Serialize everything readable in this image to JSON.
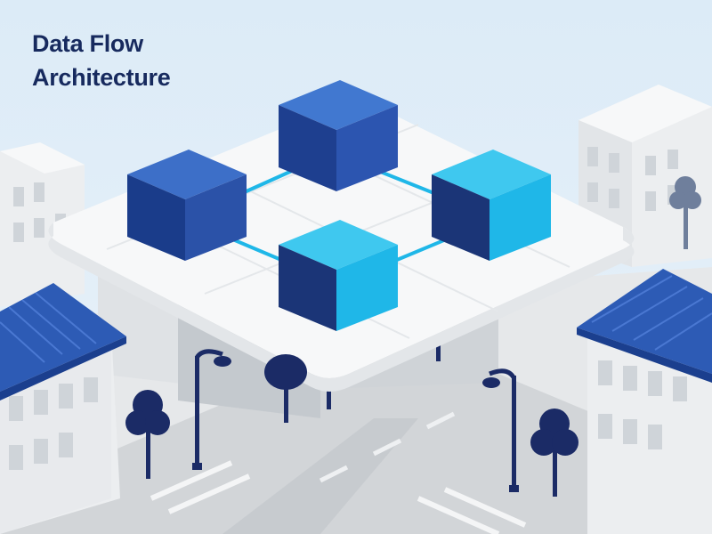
{
  "title": {
    "line1": "Data Flow",
    "line2": "Architecture"
  },
  "colors": {
    "sky": "#d9e9f5",
    "navy": "#172a5e",
    "cube_dark_blue": "#2c55b0",
    "cube_cyan": "#1fb7e8",
    "connector": "#1fb7e8",
    "platform": "#f3f5f7",
    "roof_blue": "#2d5bb5",
    "tree_navy": "#1b2b66"
  },
  "diagram": {
    "nodes": [
      {
        "name": "cube-top",
        "color": "dark-blue"
      },
      {
        "name": "cube-left",
        "color": "dark-blue"
      },
      {
        "name": "cube-right",
        "color": "cyan"
      },
      {
        "name": "cube-bottom",
        "color": "cyan"
      }
    ],
    "edges": [
      {
        "from": "cube-left",
        "to": "cube-top"
      },
      {
        "from": "cube-top",
        "to": "cube-right"
      },
      {
        "from": "cube-left",
        "to": "cube-bottom"
      },
      {
        "from": "cube-bottom",
        "to": "cube-right"
      }
    ]
  }
}
